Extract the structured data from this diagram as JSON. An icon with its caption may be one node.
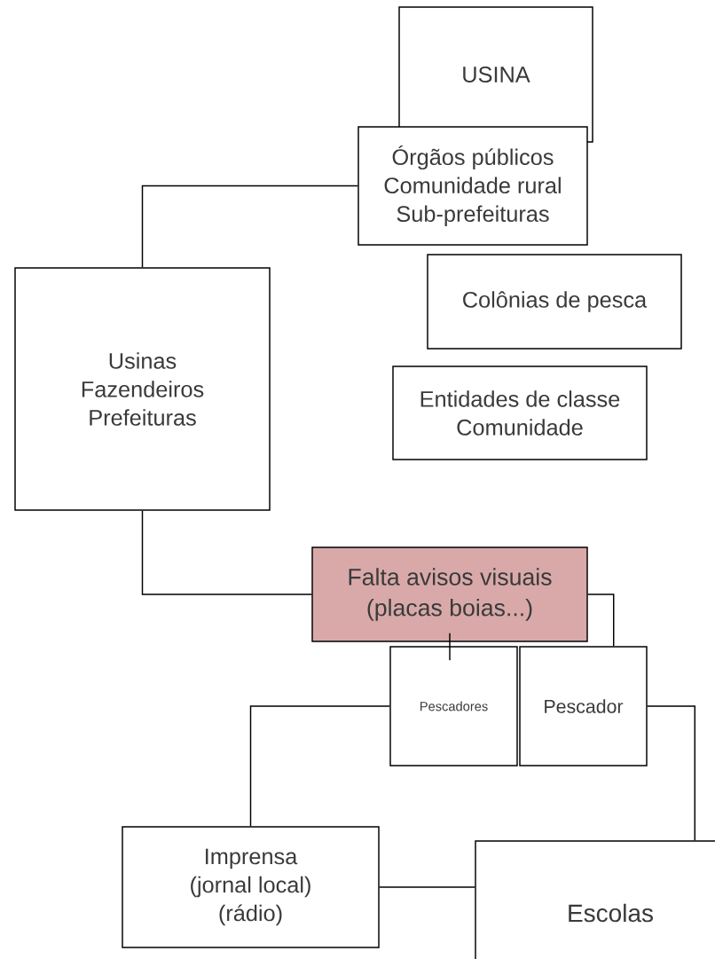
{
  "diagram": {
    "nodes": [
      {
        "text": [
          "USINA"
        ]
      },
      {
        "text": [
          "Órgãos públicos",
          "Comunidade rural",
          "Sub-prefeituras"
        ]
      },
      {
        "text": [
          "Colônias de pesca"
        ]
      },
      {
        "text": [
          "Usinas",
          "Fazendeiros",
          "Prefeituras"
        ]
      },
      {
        "text": [
          "Entidades de classe",
          "Comunidade"
        ]
      },
      {
        "text": [
          "Falta avisos visuais",
          "(placas boias...)"
        ]
      },
      {
        "text": [
          "Pescadores"
        ]
      },
      {
        "text": [
          "Pescador"
        ]
      },
      {
        "text": [
          "Imprensa",
          "(jornal local)",
          "(rádio)"
        ]
      },
      {
        "text": [
          "Escolas"
        ]
      }
    ],
    "edges": [
      {
        "from": 3,
        "to": 1,
        "arrow": "none"
      },
      {
        "from": 3,
        "to": 5,
        "arrow": "none"
      },
      {
        "from": 5,
        "to": 7,
        "arrow": "none"
      },
      {
        "from": 5,
        "to": 6,
        "arrow": "none"
      },
      {
        "from": 6,
        "to": 8,
        "arrow": "none"
      },
      {
        "from": 7,
        "to": 9,
        "arrow": "none"
      },
      {
        "from": 8,
        "to": 9,
        "arrow": "none"
      }
    ]
  }
}
